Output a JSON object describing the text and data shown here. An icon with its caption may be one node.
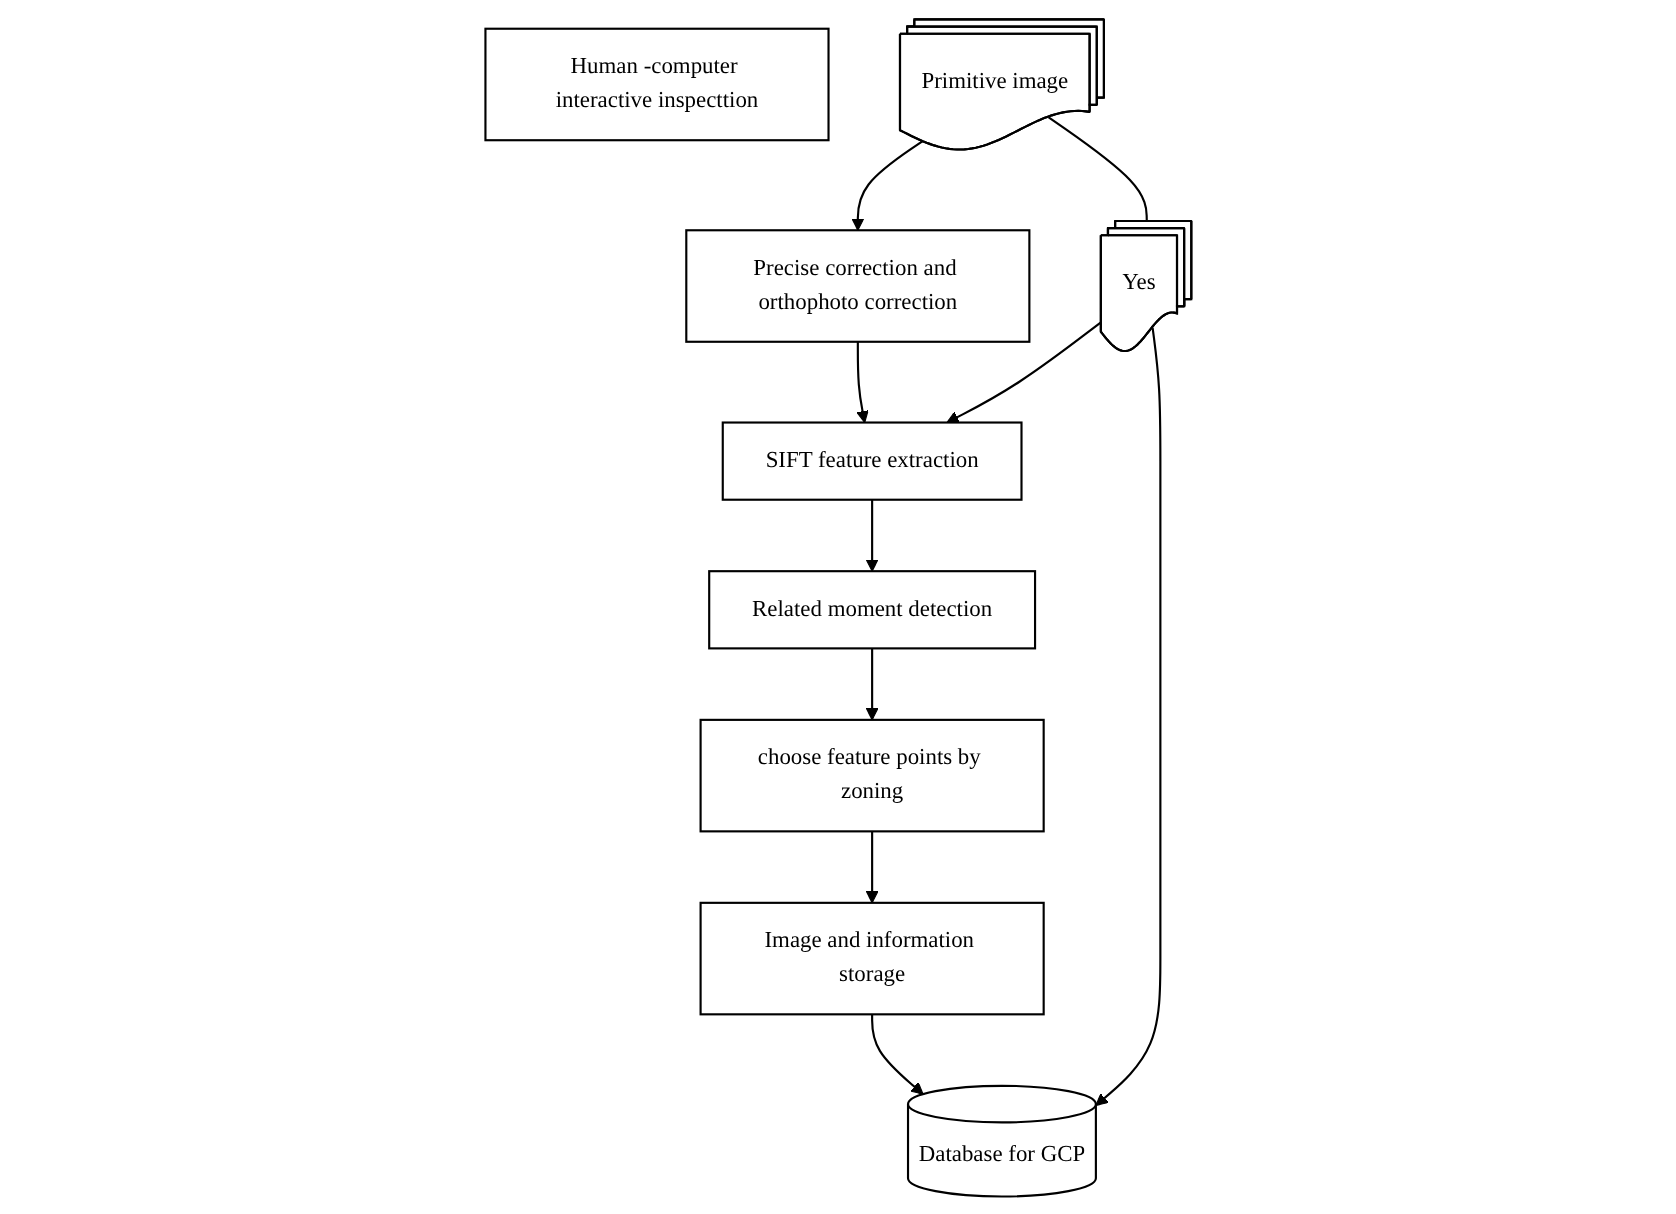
{
  "diagram": {
    "nodes": [
      {
        "text": [
          "Human -computer interactive inspecttion"
        ]
      },
      {
        "text": [
          "Precise correction and orthophoto correction"
        ]
      },
      {
        "text": [
          "SIFT feature extraction"
        ]
      },
      {
        "text": [
          "Related moment detection"
        ]
      },
      {
        "text": [
          "choose feature points by zoning"
        ]
      },
      {
        "text": [
          "Image and information storage"
        ]
      },
      {
        "text": [
          "Primitive image"
        ]
      },
      {
        "text": [
          "Yes"
        ]
      },
      {
        "text": [
          "Database for GCP"
        ]
      }
    ],
    "edges": [
      {
        "from": 6,
        "to": 1,
        "arrow": "to"
      },
      {
        "from": 1,
        "to": 2,
        "arrow": "to"
      },
      {
        "from": 2,
        "to": 3,
        "arrow": "to"
      },
      {
        "from": 3,
        "to": 4,
        "arrow": "to"
      },
      {
        "from": 4,
        "to": 5,
        "arrow": "to"
      },
      {
        "from": 6,
        "to": 7,
        "arrow": "none"
      },
      {
        "from": 7,
        "to": 2,
        "arrow": "to"
      },
      {
        "from": 7,
        "to": 8,
        "arrow": "to"
      },
      {
        "from": 5,
        "to": 8,
        "arrow": "to"
      }
    ]
  }
}
